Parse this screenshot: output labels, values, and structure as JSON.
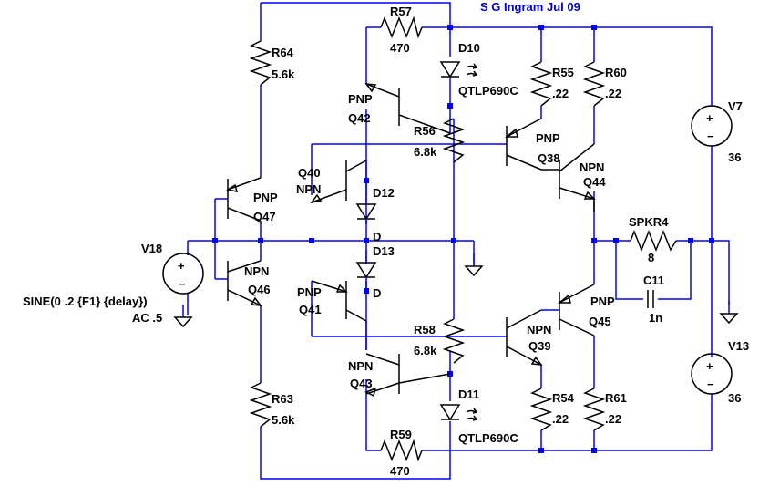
{
  "title": "S G Ingram Jul 09",
  "colors": {
    "wire": "#0000ff",
    "component": "#000000",
    "text": "#000000",
    "title": "#0000cc",
    "background": "#ffffff"
  },
  "labels": {
    "r57_name": "R57",
    "r57_value": "470",
    "r64_name": "R64",
    "r64_value": "5.6k",
    "r55_name": "R55",
    "r55_value": ".22",
    "r60_name": "R60",
    "r60_value": ".22",
    "r56_name": "R56",
    "r56_value": "6.8k",
    "r58_name": "R58",
    "r58_value": "6.8k",
    "r63_name": "R63",
    "r63_value": "5.6k",
    "r54_name": "R54",
    "r54_value": ".22",
    "r61_name": "R61",
    "r61_value": ".22",
    "r59_name": "R59",
    "r59_value": "470",
    "d10_name": "D10",
    "d10_model": "QTLP690C",
    "d11_name": "D11",
    "d11_model": "QTLP690C",
    "d12_name": "D12",
    "d12_model": "D",
    "d13_name": "D13",
    "d13_model": "D",
    "q42_type": "PNP",
    "q42_name": "Q42",
    "q40_name": "Q40",
    "q40_type": "NPN",
    "q47_type": "PNP",
    "q47_name": "Q47",
    "q46_type": "NPN",
    "q46_name": "Q46",
    "q41_type": "PNP",
    "q41_name": "Q41",
    "q43_type": "NPN",
    "q43_name": "Q43",
    "q38_type": "PNP",
    "q38_name": "Q38",
    "q44_type": "NPN",
    "q44_name": "Q44",
    "q39_type": "NPN",
    "q39_name": "Q39",
    "q45_type": "PNP",
    "q45_name": "Q45",
    "spk_name": "SPKR4",
    "spk_value": "8",
    "c11_name": "C11",
    "c11_value": "1n",
    "v7_name": "V7",
    "v7_value": "36",
    "v13_name": "V13",
    "v13_value": "36",
    "v18_name": "V18",
    "v18_source": "SINE(0 .2 {F1} {delay})",
    "v18_ac": "AC .5"
  }
}
